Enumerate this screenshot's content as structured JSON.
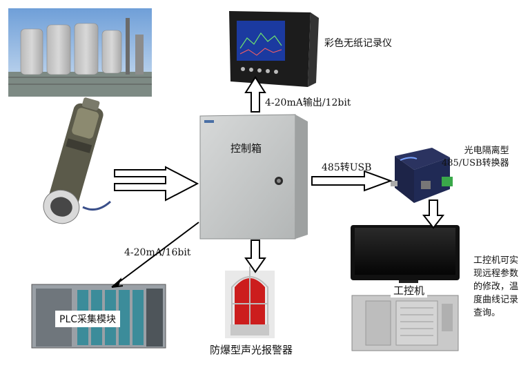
{
  "nodes": {
    "recorder": "彩色无纸记录仪",
    "control_box": "控制箱",
    "converter": "光电隔离型\n485/USB转换器",
    "ipc": "工控机",
    "plc": "PLC采集模块",
    "alarm": "防爆型声光报警器"
  },
  "edges": {
    "to_recorder": "4-20mA输出/12bit",
    "to_converter": "485转USB",
    "to_plc": "4-20mA/16bit"
  },
  "note": "工控机可实\n现远程参数\n的修改，温\n度曲线记录\n查询。"
}
